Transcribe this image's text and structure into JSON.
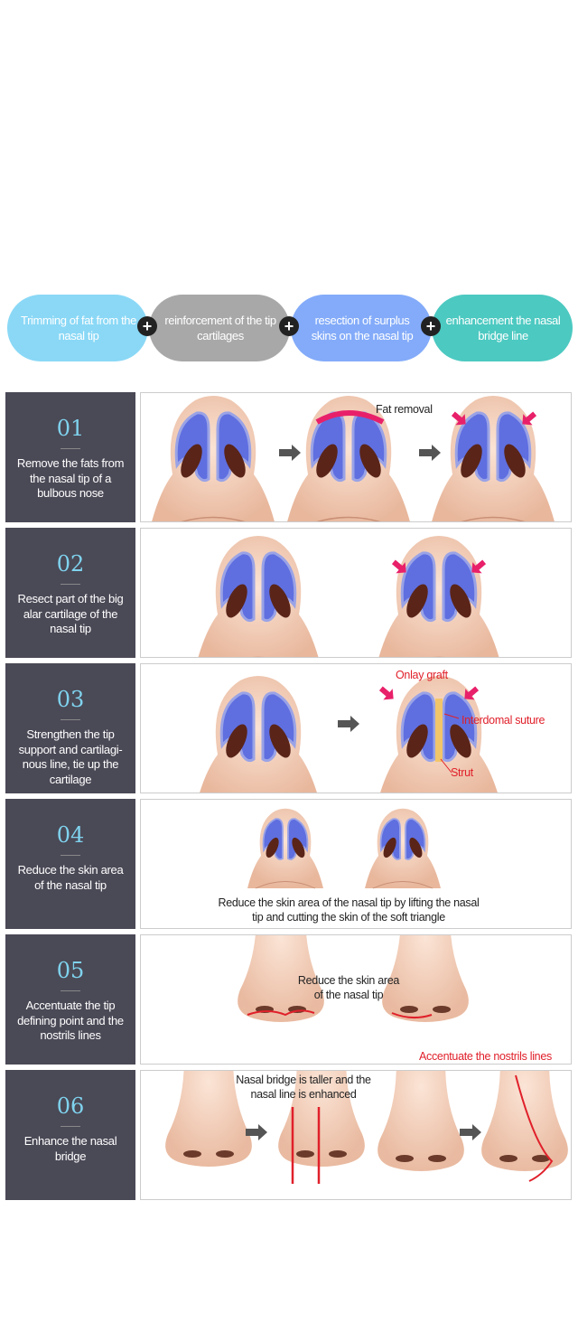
{
  "steps_bar": [
    {
      "label": "Trimming of fat from the nasal tip",
      "color": "#8ad8f6"
    },
    {
      "label": "reinforcement of the tip cartilages",
      "color": "#a8a8a8"
    },
    {
      "label": "resection of surplus skins on the nasal tip",
      "color": "#83abf9"
    },
    {
      "label": "enhancement the nasal bridge line",
      "color": "#4cc9c1"
    }
  ],
  "plus_symbol": "+",
  "rows": [
    {
      "num": "01",
      "desc": "Remove the fats from the nasal tip of a bulbous nose",
      "labels": [
        "Fat removal"
      ]
    },
    {
      "num": "02",
      "desc": "Resect part of the big alar cartilage of the nasal tip",
      "labels": []
    },
    {
      "num": "03",
      "desc": "Strengthen the tip support and cartilagi-nous line, tie up the cartilage",
      "labels": [
        "Onlay graft",
        "Interdomal suture",
        "Strut"
      ]
    },
    {
      "num": "04",
      "desc": "Reduce the skin area of the nasal tip",
      "labels": [
        "Reduce the skin area of the nasal tip by lifting the nasal tip and cutting the skin of the soft triangle"
      ]
    },
    {
      "num": "05",
      "desc": "Accentuate the tip defining point and the nostrils lines",
      "labels": [
        "Reduce the skin area of the nasal tip",
        "Accentuate the nostrils lines"
      ]
    },
    {
      "num": "06",
      "desc": "Enhance the nasal bridge",
      "labels": [
        "Nasal bridge is taller and the nasal line is enhanced"
      ]
    }
  ]
}
